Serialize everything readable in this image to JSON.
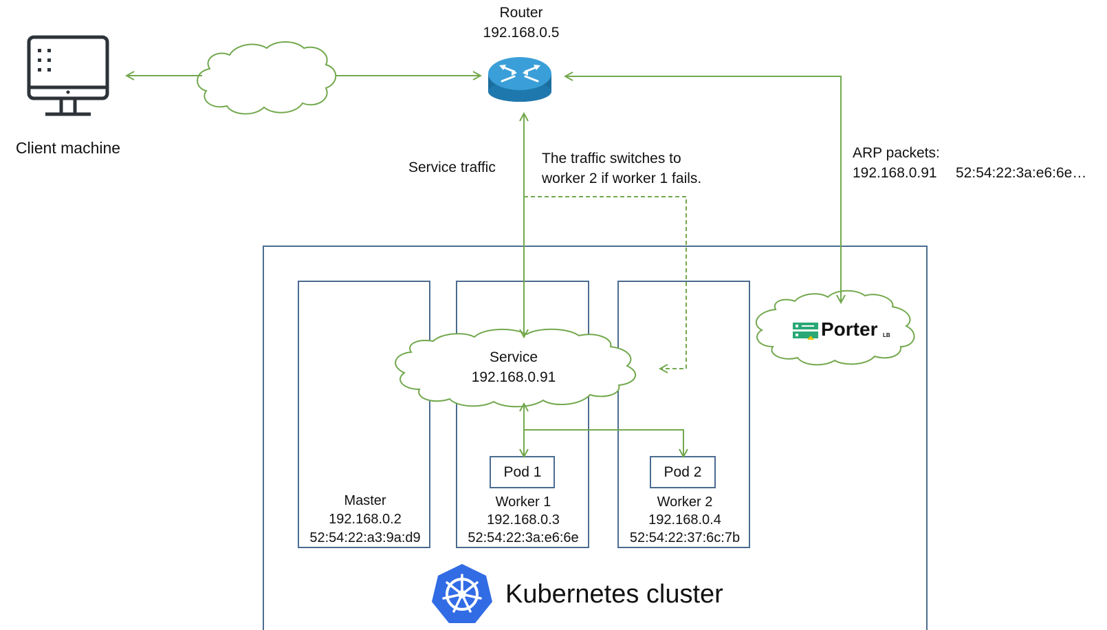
{
  "client": {
    "label": "Client machine"
  },
  "router": {
    "name": "Router",
    "ip": "192.168.0.5"
  },
  "edges": {
    "service_traffic": "Service traffic",
    "failover_line1": "The traffic switches to",
    "failover_line2": "worker 2 if worker 1 fails.",
    "arp_title": "ARP packets:",
    "arp_ip": "192.168.0.91",
    "arp_mac": "52:54:22:3a:e6:6e…"
  },
  "service": {
    "name": "Service",
    "ip": "192.168.0.91"
  },
  "porter": {
    "word": "Porter",
    "sub": "LB"
  },
  "nodes": {
    "master": {
      "name": "Master",
      "ip": "192.168.0.2",
      "mac": "52:54:22:a3:9a:d9"
    },
    "worker1": {
      "name": "Worker 1",
      "ip": "192.168.0.3",
      "mac": "52:54:22:3a:e6:6e",
      "pod": "Pod 1"
    },
    "worker2": {
      "name": "Worker 2",
      "ip": "192.168.0.4",
      "mac": "52:54:22:37:6c:7b",
      "pod": "Pod 2"
    }
  },
  "cluster": {
    "label": "Kubernetes cluster"
  },
  "colors": {
    "arrow_green": "#72a84d",
    "box_blue": "#4a6b8f",
    "kubernetes_blue": "#326ce5",
    "porter_green": "#2aa876",
    "router_blue": "#2a8cc4"
  },
  "icons": [
    "monitor-icon",
    "cloud-icon",
    "router-icon",
    "porter-logo-icon",
    "kubernetes-wheel-icon"
  ]
}
